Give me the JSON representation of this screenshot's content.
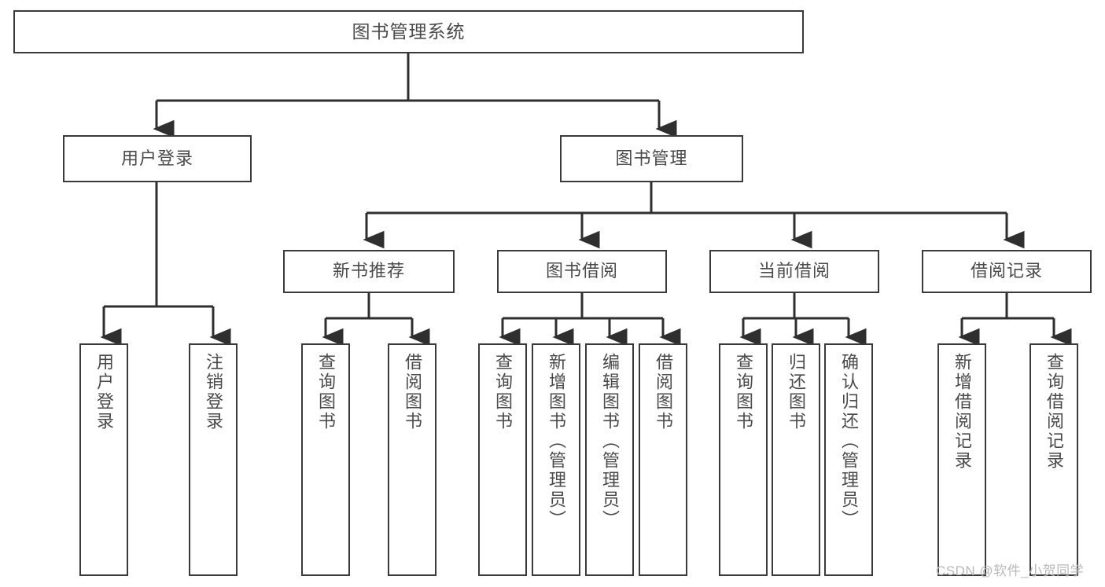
{
  "diagram": {
    "title": "图书管理系统",
    "type": "hierarchical-tree",
    "colors": {
      "box_border": "#3a3a3a",
      "box_fill": "#ffffff",
      "text": "#4a4a4a",
      "edge": "#2f2f2f",
      "watermark": "#b9b9b9",
      "background": "#ffffff"
    },
    "root": {
      "label": "图书管理系统"
    },
    "level2": [
      {
        "label": "用户登录"
      },
      {
        "label": "图书管理"
      }
    ],
    "level3": [
      {
        "label": "新书推荐"
      },
      {
        "label": "图书借阅"
      },
      {
        "label": "当前借阅"
      },
      {
        "label": "借阅记录"
      }
    ],
    "leaves": {
      "user_login": [
        {
          "label": "用户登录"
        },
        {
          "label": "注销登录"
        }
      ],
      "new_book_recommend": [
        {
          "label": "查询图书"
        },
        {
          "label": "借阅图书"
        }
      ],
      "book_borrow": [
        {
          "label": "查询图书"
        },
        {
          "label": "新增图书（管理员）"
        },
        {
          "label": "编辑图书（管理员）"
        },
        {
          "label": "借阅图书"
        }
      ],
      "current_borrow": [
        {
          "label": "查询图书"
        },
        {
          "label": "归还图书"
        },
        {
          "label": "确认归还（管理员）"
        }
      ],
      "borrow_records": [
        {
          "label": "新增借阅记录"
        },
        {
          "label": "查询借阅记录"
        }
      ]
    },
    "watermark": "CSDN @软件_小贺同学"
  }
}
